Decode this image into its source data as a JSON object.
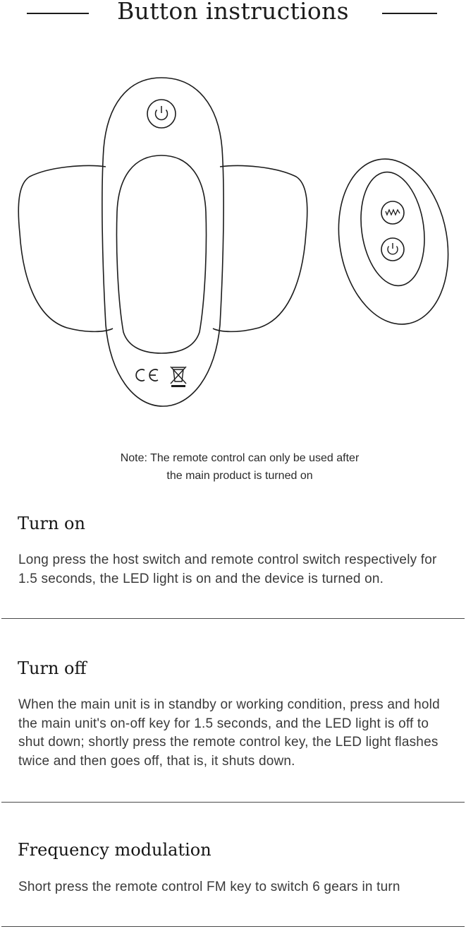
{
  "header": {
    "title": "Button instructions"
  },
  "illustration": {
    "main_unit_power_icon": "power-icon",
    "remote_fm_icon": "wave-icon",
    "remote_power_icon": "power-icon",
    "ce_mark": "CE"
  },
  "note": {
    "line1": "Note: The remote control can only be used after",
    "line2": "the main product is turned on"
  },
  "sections": [
    {
      "heading": "Turn on",
      "body": "Long press the host switch and remote control switch respectively for 1.5 seconds, the LED light is on and the device is turned on."
    },
    {
      "heading": "Turn off",
      "body": "When the main unit is in standby or working condition, press and hold the main unit's on-off key for 1.5 seconds, and the LED light is off to shut down; shortly press the remote control key, the LED light flashes twice and then goes off, that is, it shuts down."
    },
    {
      "heading": "Frequency modulation",
      "body": "Short press the remote control FM key to switch 6 gears in turn"
    }
  ]
}
